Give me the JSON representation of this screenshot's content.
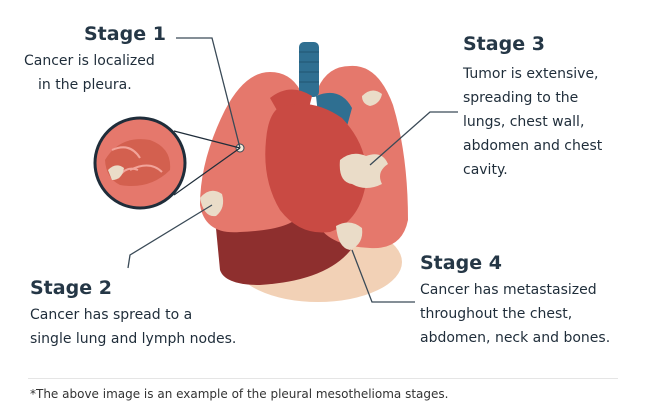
{
  "stages": {
    "stage1": {
      "title": "Stage 1",
      "lines": [
        "Cancer is localized",
        "in the pleura."
      ]
    },
    "stage2": {
      "title": "Stage 2",
      "lines": [
        "Cancer has spread to a",
        "single lung and lymph nodes."
      ]
    },
    "stage3": {
      "title": "Stage 3",
      "lines": [
        "Tumor is extensive,",
        "spreading to the",
        "lungs, chest wall,",
        "abdomen and chest",
        "cavity."
      ]
    },
    "stage4": {
      "title": "Stage 4",
      "lines": [
        "Cancer has metastasized",
        "throughout the chest,",
        "abdomen, neck and bones."
      ]
    }
  },
  "footnote": "*The above image is an example of the pleural mesothelioma stages.",
  "colors": {
    "lung": "#e5786c",
    "lung_dark": "#d3604f",
    "heart": "#c94a43",
    "liver": "#8e2f2e",
    "stomach": "#f2d1b6",
    "trachea": "#2f6f91",
    "tumor": "#eadcc8",
    "callout_line": "#3a4a57"
  }
}
